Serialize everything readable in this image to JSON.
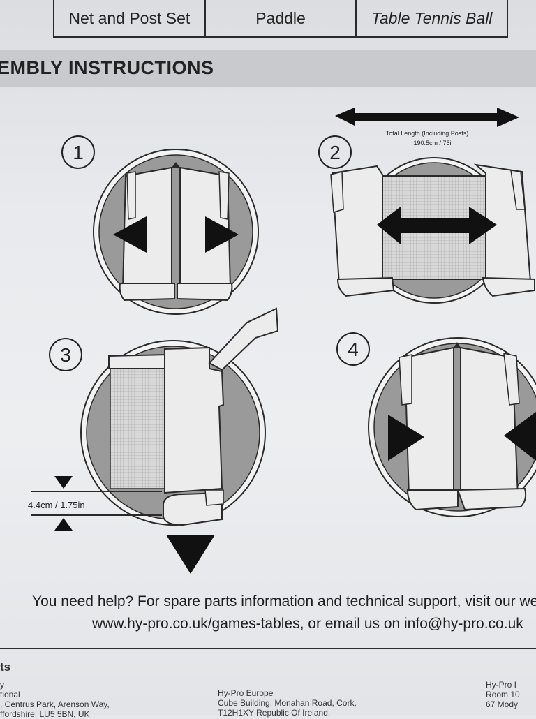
{
  "parts_table": {
    "cells": [
      "Net and Post Set",
      "Paddle",
      "Table Tennis Ball"
    ]
  },
  "section_title": "EMBLY INSTRUCTIONS",
  "steps": {
    "s1": "1",
    "s2": "2",
    "s3": "3",
    "s4": "4"
  },
  "step2_annotation": {
    "line1": "Total Length (Including Posts)",
    "line2": "190.5cm / 75in"
  },
  "step3_annotation": "4.4cm / 1.75in",
  "help": {
    "line1": "You need help? For spare parts information and technical support, visit our we",
    "line2": "www.hy-pro.co.uk/games-tables, or email us on info@hy-pro.co.uk"
  },
  "footer": {
    "heading": "ts",
    "col1": [
      "y",
      "tional",
      ", Centrus Park, Arenson Way,",
      "ffordshire, LU5 5BN, UK"
    ],
    "col2": [
      "Hy-Pro Europe",
      "Cube Building, Monahan Road, Cork,",
      "T12H1XY Republic Of Ireland."
    ],
    "col3": [
      "Hy-Pro I",
      "Room 10",
      "67 Mody"
    ]
  },
  "colors": {
    "line": "#2a2a2a",
    "disc": "#9a9a9a",
    "post": "#ececec"
  }
}
